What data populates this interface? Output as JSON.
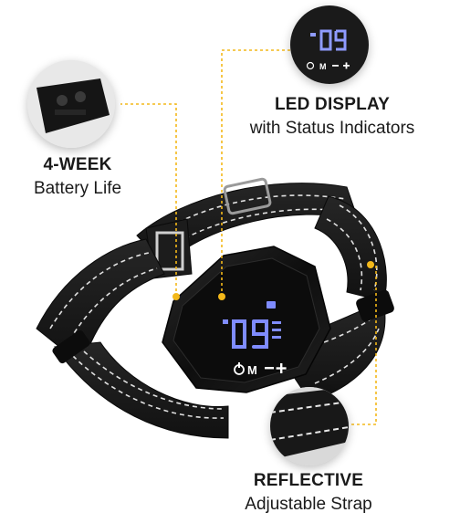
{
  "features": {
    "led": {
      "title": "LED DISPLAY",
      "subtitle": "with Status Indicators"
    },
    "battery": {
      "title": "4-WEEK",
      "subtitle": "Battery Life"
    },
    "strap": {
      "title": "REFLECTIVE",
      "subtitle": "Adjustable Strap"
    }
  },
  "device": {
    "display_digits": "09",
    "buttons": [
      "power",
      "M",
      "−",
      "+"
    ]
  },
  "colors": {
    "accent_leader": "#f3b81a",
    "strap": "#1b1b1b",
    "stitching": "#e8e8e8",
    "device_body": "#121212",
    "display_glow": "#7f8cff"
  },
  "icons": [
    "battery-icon",
    "lock-icon",
    "power-icon",
    "vibration-icon"
  ]
}
